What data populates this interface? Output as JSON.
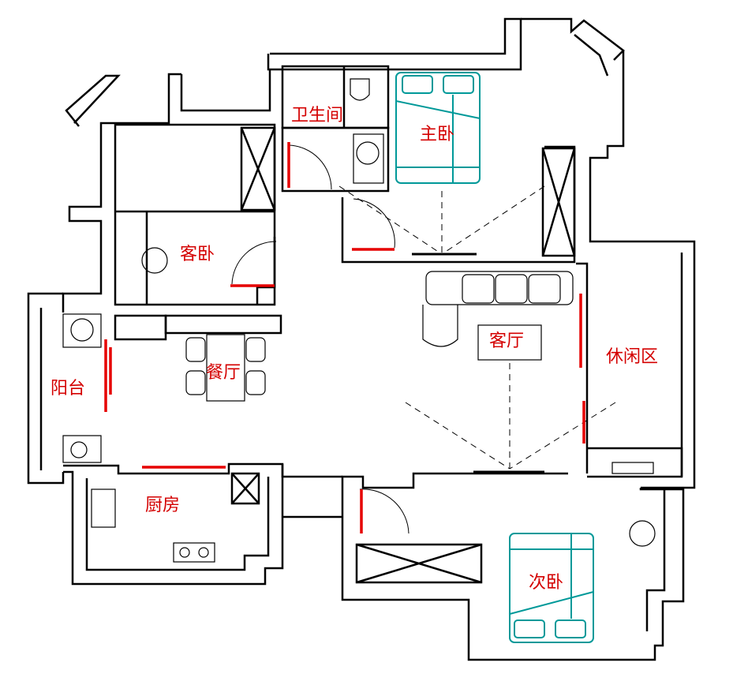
{
  "colors": {
    "wall": "#000000",
    "door_leaf": "#e60000",
    "room_label": "#d40000",
    "bed_furniture": "#009999"
  },
  "rooms": {
    "bathroom": "卫生间",
    "master_bedroom": "主卧",
    "guest_bedroom": "客卧",
    "dining_room": "餐厅",
    "living_room": "客厅",
    "leisure_area": "休闲区",
    "balcony": "阳台",
    "kitchen": "厨房",
    "second_bedroom": "次卧"
  }
}
